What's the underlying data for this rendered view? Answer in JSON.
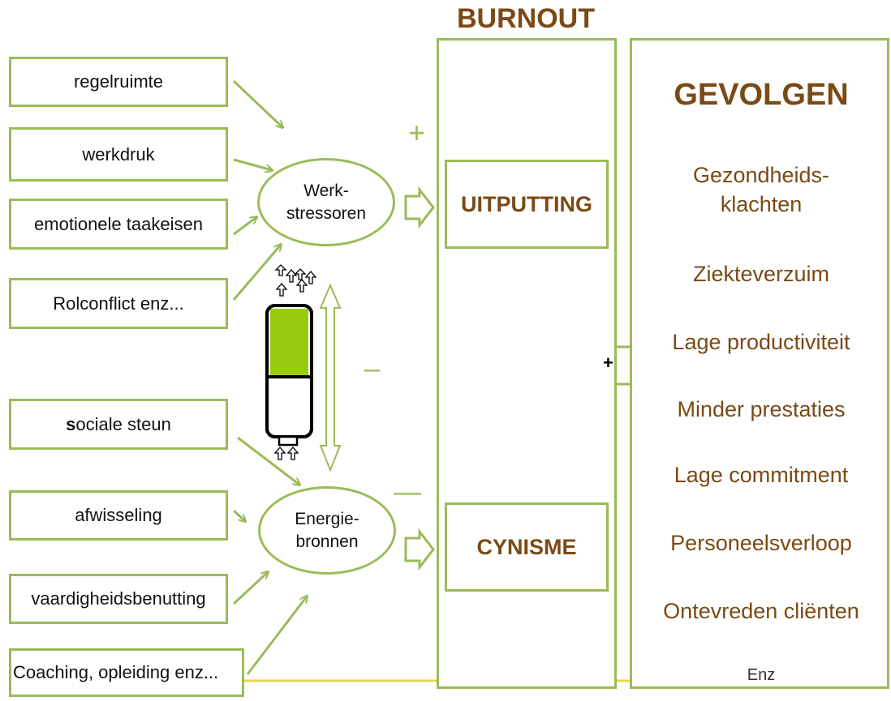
{
  "header": {
    "burnout": "BURNOUT"
  },
  "stressor_inputs": [
    "regelruimte",
    "werkdruk",
    "emotionele taakeisen",
    "Rolconflict enz..."
  ],
  "resource_inputs": [
    "sociale steun",
    "afwisseling",
    "vaardigheidsbenutting",
    "Coaching, opleiding enz..."
  ],
  "ovals": {
    "stressors": [
      "Werk-",
      "stressoren"
    ],
    "resources": [
      "Energie-",
      "bronnen"
    ]
  },
  "burnout_boxes": {
    "exhaustion": "UITPUTTING",
    "cynicism": "CYNISME"
  },
  "signs": {
    "plus_top": "+",
    "minus_middle": "–",
    "minus_lower": "—",
    "plus_arrow": "+"
  },
  "gevolgen": {
    "title": "GEVOLGEN",
    "items": [
      "Gezondheids-\nklachten",
      "Ziekteverzuim",
      "Lage productiviteit",
      "Minder prestaties",
      "Lage commitment",
      "Personeelsverloop",
      "Ontevreden cliënten"
    ],
    "footer": "Enz"
  },
  "colors": {
    "green": "#9bbb59",
    "battery_fill": "#99cc11",
    "brown": "#7a4a14",
    "underline": "#e8d44d"
  }
}
